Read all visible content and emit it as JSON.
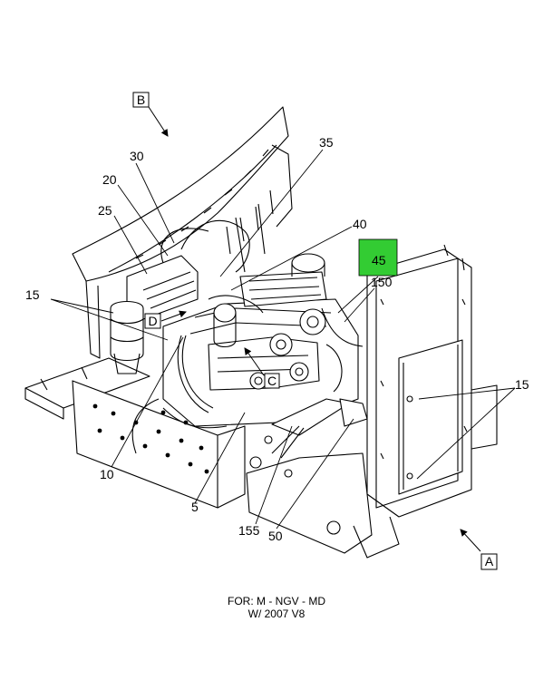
{
  "callouts": {
    "c5": "5",
    "c10": "10",
    "c15a": "15",
    "c15b": "15",
    "c20": "20",
    "c25": "25",
    "c30": "30",
    "c35": "35",
    "c40": "40",
    "c45": "45",
    "c50": "50",
    "c150": "150",
    "c155": "155"
  },
  "view_labels": {
    "a": "A",
    "b": "B",
    "c": "C",
    "d": "D"
  },
  "highlight_color": "#33cc33",
  "note": {
    "line1": "FOR: M - NGV - MD",
    "line2": "W/ 2007 V8"
  }
}
